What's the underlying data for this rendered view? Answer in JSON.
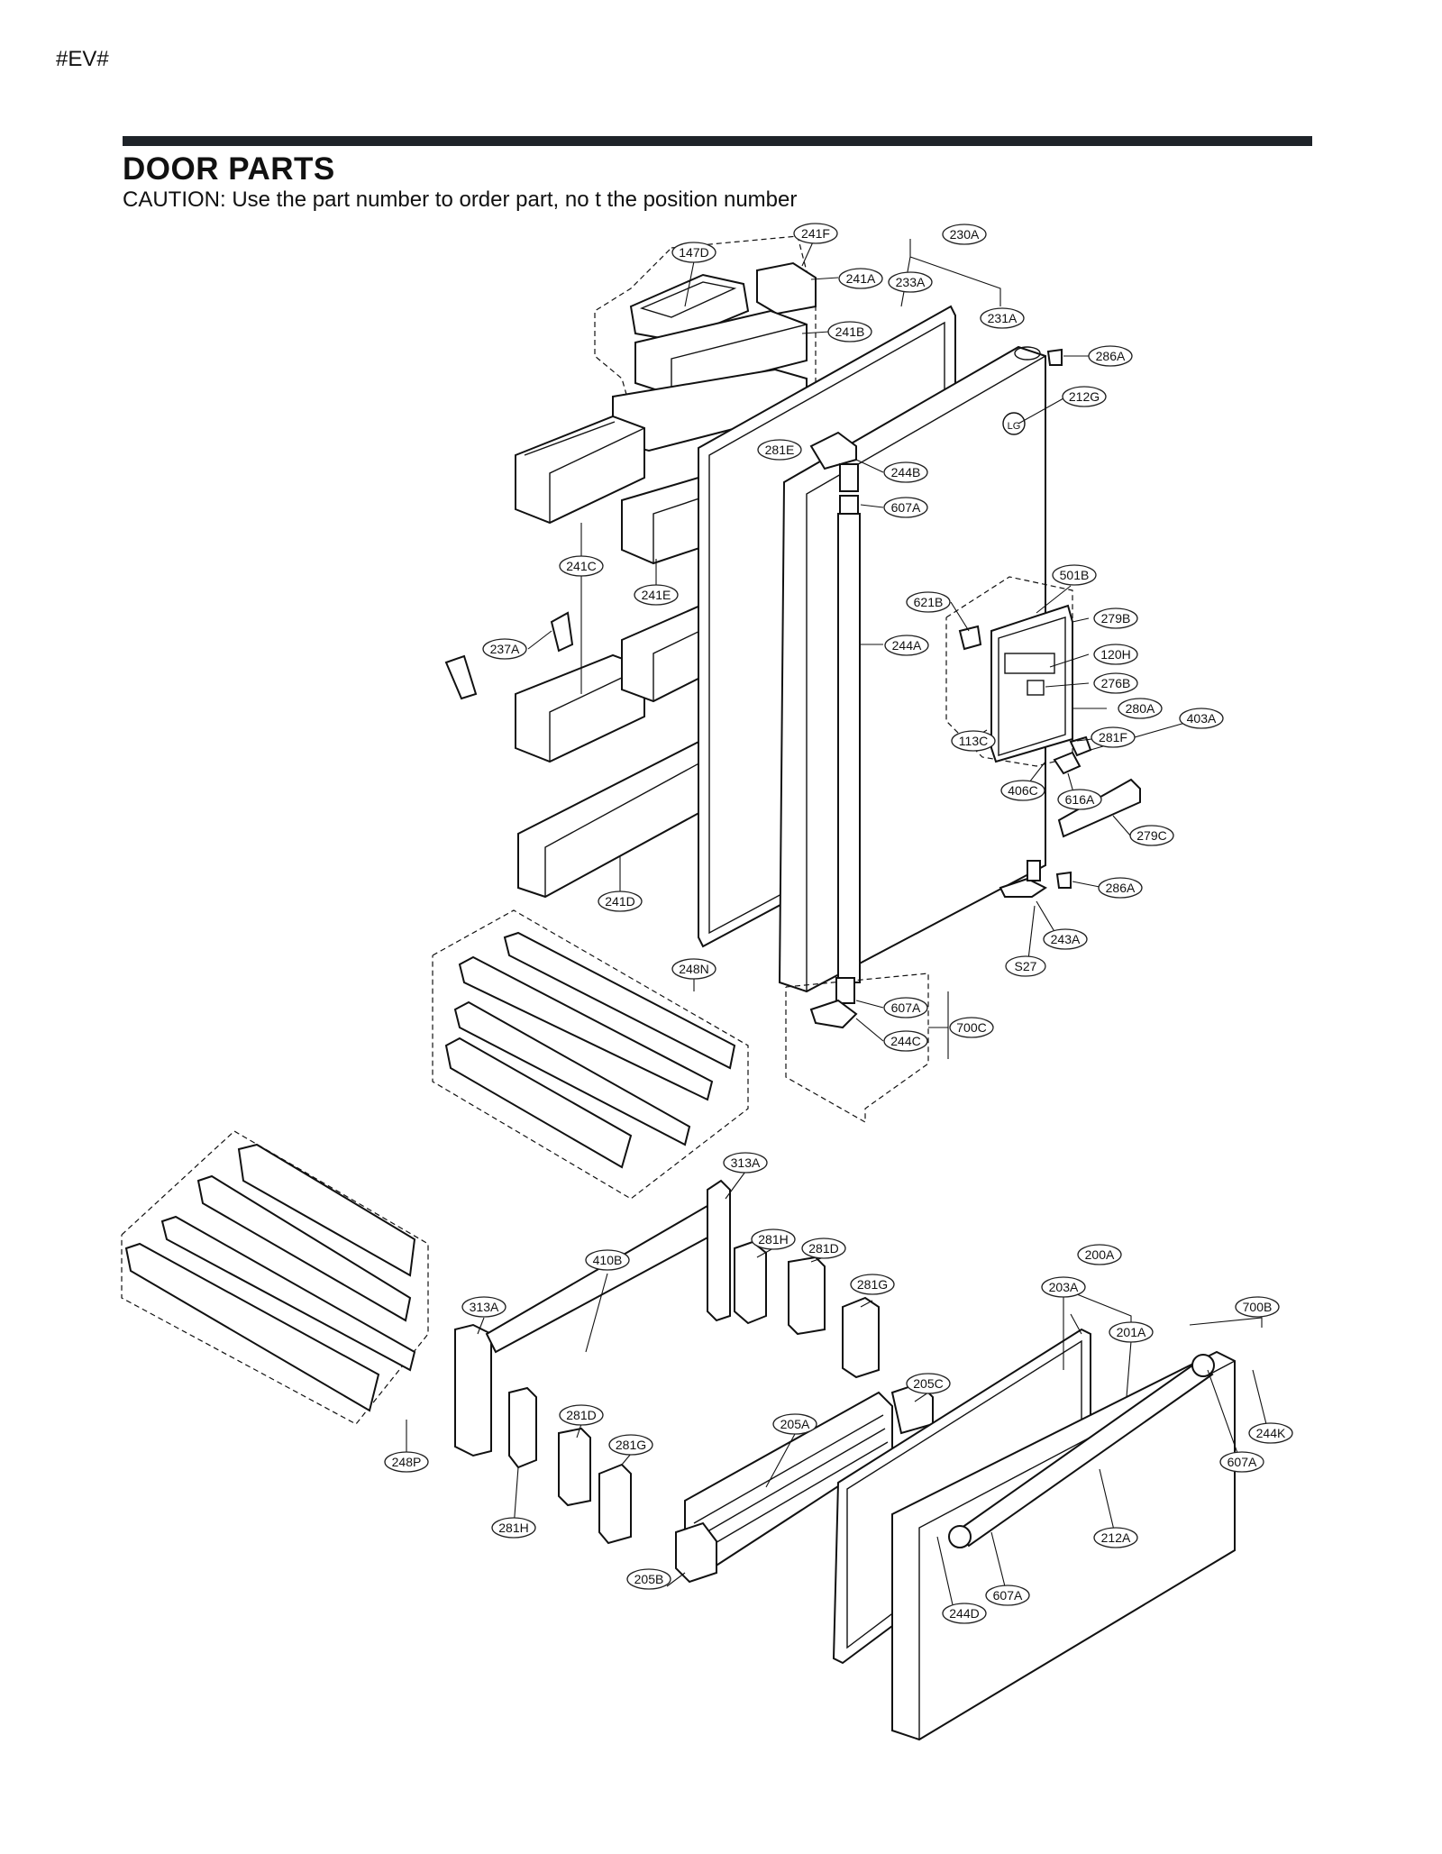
{
  "page_code": "#EV#",
  "header": {
    "title": "DOOR PARTS",
    "caution": "CAUTION: Use the part number to order part, no t the position number"
  },
  "labels": {
    "l_147D": "147D",
    "l_241F": "241F",
    "l_241A": "241A",
    "l_230A": "230A",
    "l_233A": "233A",
    "l_231A": "231A",
    "l_241B": "241B",
    "l_286A_1": "286A",
    "l_212G": "212G",
    "l_281E": "281E",
    "l_244B": "244B",
    "l_607A_1": "607A",
    "l_241C": "241C",
    "l_241E": "241E",
    "l_501B": "501B",
    "l_621B": "621B",
    "l_279B": "279B",
    "l_244A": "244A",
    "l_120H": "120H",
    "l_237A": "237A",
    "l_276B": "276B",
    "l_280A": "280A",
    "l_403A": "403A",
    "l_113C": "113C",
    "l_281F": "281F",
    "l_406C": "406C",
    "l_616A": "616A",
    "l_279C": "279C",
    "l_286A_2": "286A",
    "l_241D": "241D",
    "l_243A": "243A",
    "l_S27": "S27",
    "l_248N": "248N",
    "l_607A_2": "607A",
    "l_244C": "244C",
    "l_700C": "700C",
    "l_313A_1": "313A",
    "l_281H_1": "281H",
    "l_281D_1": "281D",
    "l_410B": "410B",
    "l_281G_1": "281G",
    "l_200A": "200A",
    "l_313A_2": "313A",
    "l_203A": "203A",
    "l_700B": "700B",
    "l_201A": "201A",
    "l_205C": "205C",
    "l_281D_2": "281D",
    "l_205A": "205A",
    "l_281G_2": "281G",
    "l_244K": "244K",
    "l_248P": "248P",
    "l_607A_3": "607A",
    "l_281H_2": "281H",
    "l_212A": "212A",
    "l_205B": "205B",
    "l_607A_4": "607A",
    "l_244D": "244D"
  },
  "logo_text": "LG"
}
